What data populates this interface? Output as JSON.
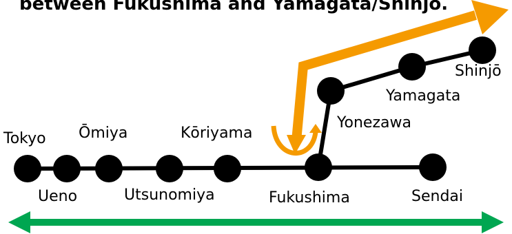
{
  "title": "between Fukushima and Yamagata/Shinjō.",
  "colors": {
    "line": "#000000",
    "station": "#000000",
    "orange_arrow": "#f59a00",
    "green_arrow": "#00a651"
  },
  "stations": {
    "tokyo": "Tokyo",
    "ueno": "Ueno",
    "omiya": "Ōmiya",
    "utsunomiya": "Utsunomiya",
    "koriyama": "Kōriyama",
    "fukushima": "Fukushima",
    "sendai": "Sendai",
    "yonezawa": "Yonezawa",
    "yamagata": "Yamagata",
    "shinjo": "Shinjō"
  }
}
